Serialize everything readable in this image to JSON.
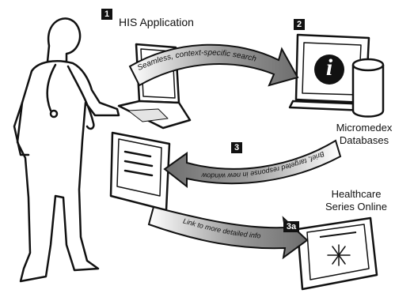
{
  "steps": {
    "s1": {
      "badge": "1",
      "label": "HIS Application"
    },
    "s2": {
      "badge": "2",
      "label_line1": "Micromedex",
      "label_line2": "Databases"
    },
    "s3": {
      "badge": "3",
      "arrow_text": "Brief, targeted response in new window"
    },
    "s3a": {
      "badge": "3a",
      "label_line1": "Healthcare",
      "label_line2": "Series Online",
      "arrow_text": "Link to more detailed info"
    }
  },
  "arrows": {
    "search_text": "Seamless, context-specific search"
  },
  "icons": {
    "info_glyph": "i"
  },
  "colors": {
    "ink": "#111111",
    "arrow_fill": "#8c8c8c",
    "paper": "#ffffff"
  }
}
